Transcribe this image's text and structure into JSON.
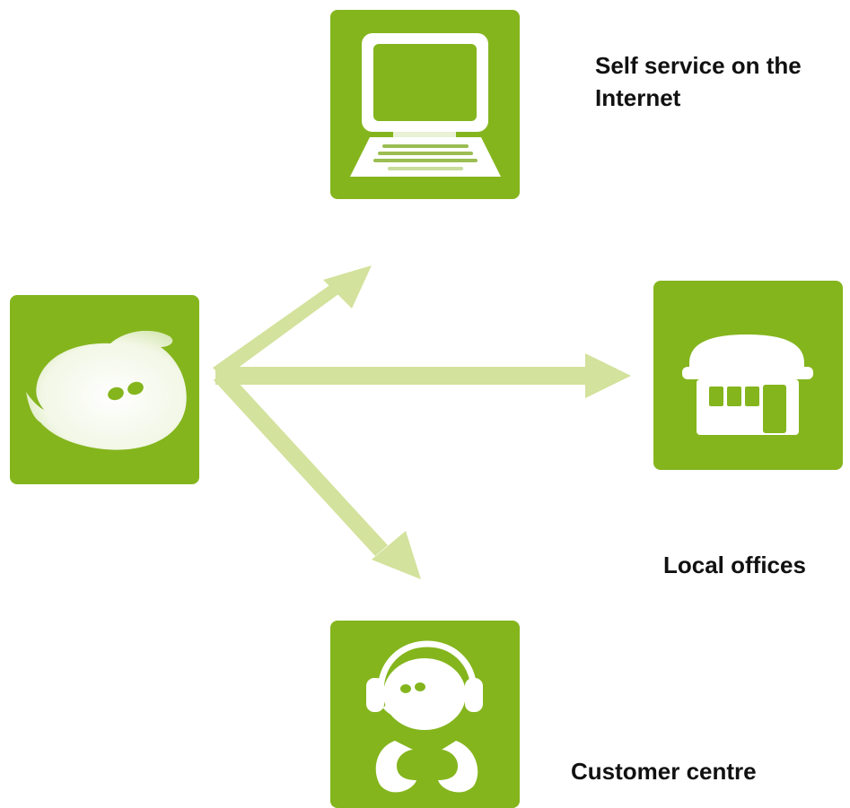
{
  "labels": {
    "internet": "Self service on the\nInternet",
    "office": "Local offices",
    "customer": "Customer centre"
  },
  "icons": {
    "source": "blob-face-icon",
    "internet": "computer-icon",
    "office": "shop-icon",
    "customer": "headset-agent-icon"
  },
  "colors": {
    "tile_green": "#84b51d",
    "arrow_green": "#d3e29c",
    "icon_white": "#ffffff",
    "text": "#111111"
  }
}
